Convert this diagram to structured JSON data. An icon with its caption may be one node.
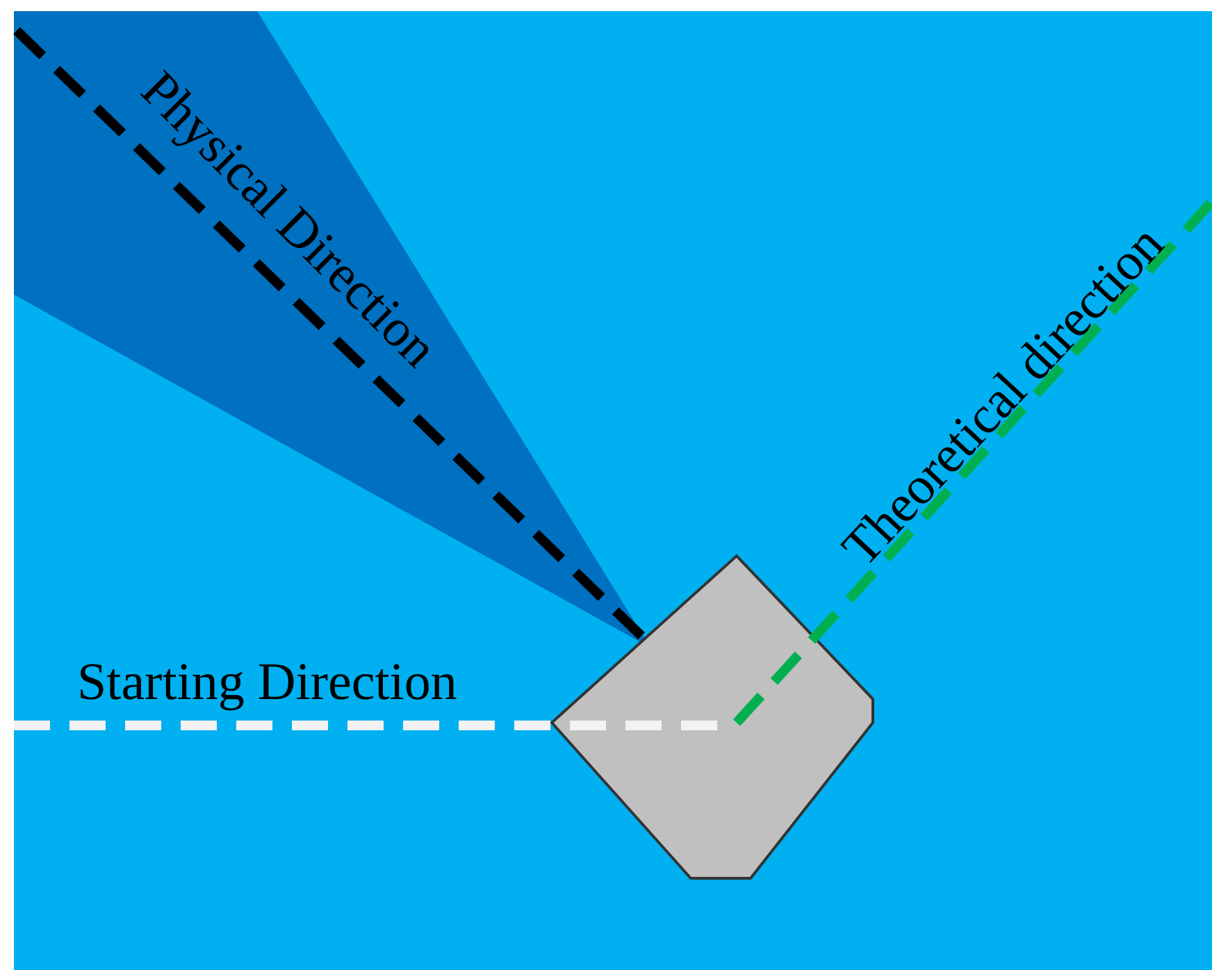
{
  "diagram": {
    "nodes": [
      {
        "text": [],
        "shape": "octagon"
      }
    ],
    "labels": [
      "Physical Direction",
      "Theoretical direction",
      "Starting Direction"
    ]
  }
}
